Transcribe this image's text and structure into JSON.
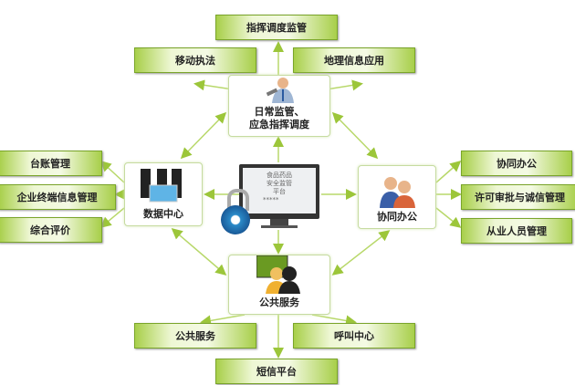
{
  "top": {
    "command": "指挥调度监管",
    "mobile": "移动执法",
    "geo": "地理信息应用"
  },
  "left": {
    "ledger": "台账管理",
    "terminal": "企业终端信息管理",
    "evaluation": "综合评价"
  },
  "right": {
    "office": "协同办公",
    "license": "许可审批与诚信管理",
    "staff": "从业人员管理"
  },
  "bottom": {
    "public": "公共服务",
    "callcenter": "呼叫中心",
    "sms": "短信平台"
  },
  "nodes": {
    "supervision_line1": "日常监管、",
    "supervision_line2": "应急指挥调度",
    "datacenter": "数据中心",
    "collab": "协同办公",
    "publicservice": "公共服务"
  },
  "center": {
    "screen_line1": "食品药品",
    "screen_line2": "安全监管",
    "screen_line3": "平台",
    "password": "*****"
  },
  "colors": {
    "arrow": "#9cc63a",
    "box": "#a8cf4a"
  }
}
